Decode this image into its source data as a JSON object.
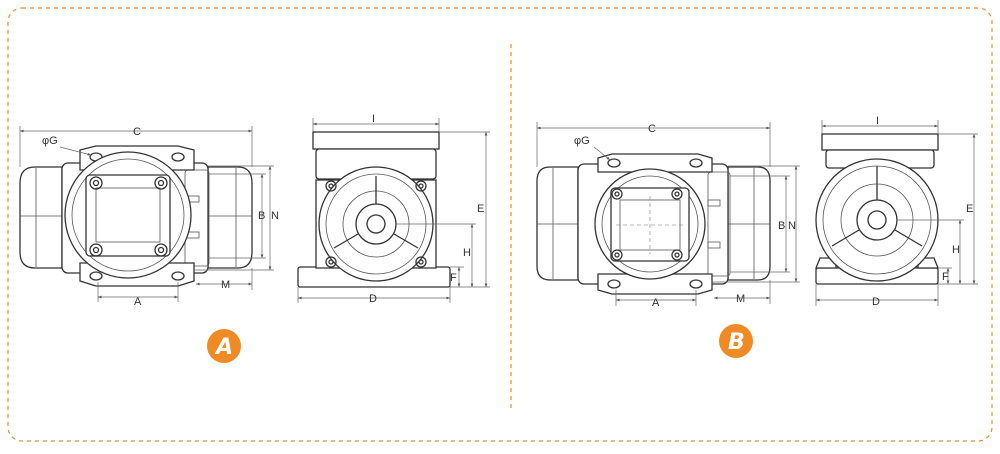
{
  "colors": {
    "accent": "#F08A24",
    "line": "#333333"
  },
  "panel_a": {
    "badge": "A",
    "top_view": {
      "labels": {
        "c": "C",
        "g": "φG",
        "b": "B",
        "n": "N",
        "a": "A",
        "m": "M"
      }
    },
    "front_view": {
      "labels": {
        "i": "I",
        "e": "E",
        "h": "H",
        "f": "F",
        "d": "D"
      }
    }
  },
  "panel_b": {
    "badge": "B",
    "top_view": {
      "labels": {
        "c": "C",
        "g": "φG",
        "b": "B",
        "n": "N",
        "a": "A",
        "m": "M"
      }
    },
    "front_view": {
      "labels": {
        "i": "I",
        "e": "E",
        "h": "H",
        "f": "F",
        "d": "D"
      }
    }
  }
}
